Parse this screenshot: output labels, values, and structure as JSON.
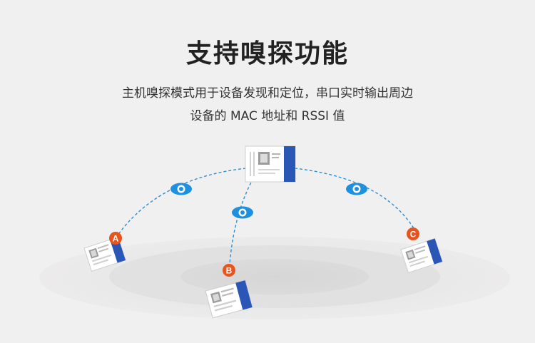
{
  "title": "支持嗅探功能",
  "description": {
    "line1": "主机嗅探模式用于设备发现和定位，串口实时输出周边",
    "line2": "设备的 MAC 地址和 RSSI 值"
  },
  "nodes": [
    {
      "id": "a",
      "label": "A"
    },
    {
      "id": "b",
      "label": "B"
    },
    {
      "id": "c",
      "label": "C"
    }
  ],
  "colors": {
    "background": "#f1f0f0",
    "badge": "#e8541e",
    "link": "#2b8fd9",
    "eye": "#1e90e0",
    "module_blue": "#2a57b6"
  },
  "icons": [
    "eye-icon",
    "module-icon"
  ]
}
